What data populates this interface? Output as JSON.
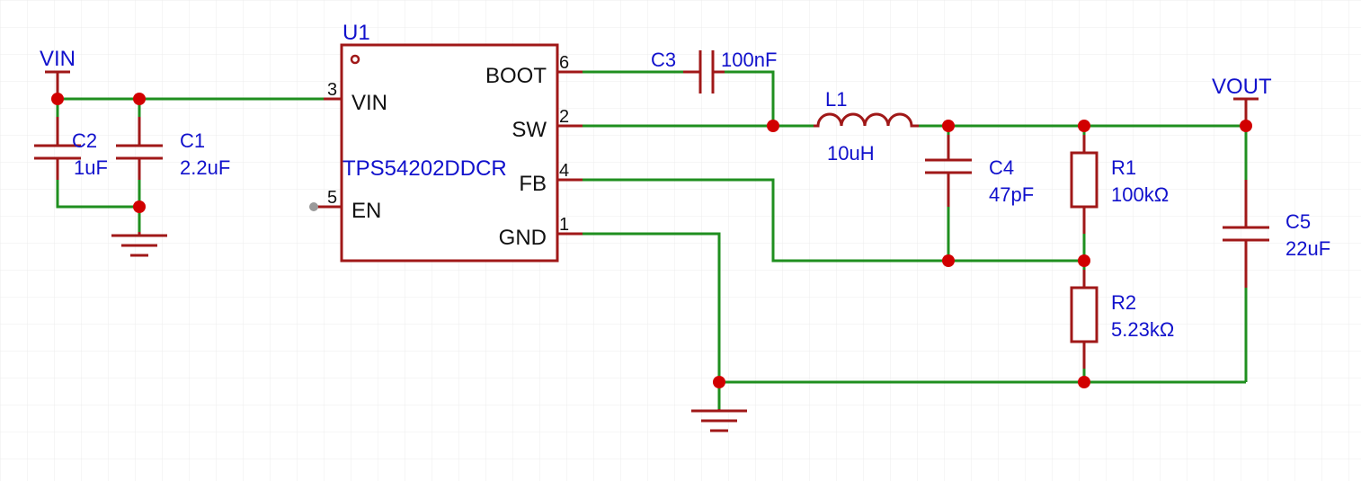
{
  "colors": {
    "wire": "#1f8f1f",
    "component": "#a01818",
    "junction": "#d10000",
    "value_text": "#1111cc",
    "pin_text": "#111111",
    "grid": "#e8e8e8"
  },
  "ic": {
    "designator": "U1",
    "part": "TPS54202DDCR",
    "pins": {
      "p3": {
        "num": "3",
        "name": "VIN"
      },
      "p5": {
        "num": "5",
        "name": "EN"
      },
      "p6": {
        "num": "6",
        "name": "BOOT"
      },
      "p2": {
        "num": "2",
        "name": "SW"
      },
      "p4": {
        "num": "4",
        "name": "FB"
      },
      "p1": {
        "num": "1",
        "name": "GND"
      }
    }
  },
  "nets": {
    "vin": "VIN",
    "vout": "VOUT"
  },
  "components": {
    "c1": {
      "ref": "C1",
      "value": "2.2uF"
    },
    "c2": {
      "ref": "C2",
      "value": "1uF"
    },
    "c3": {
      "ref": "C3",
      "value": "100nF"
    },
    "c4": {
      "ref": "C4",
      "value": "47pF"
    },
    "c5": {
      "ref": "C5",
      "value": "22uF"
    },
    "l1": {
      "ref": "L1",
      "value": "10uH"
    },
    "r1": {
      "ref": "R1",
      "value": "100kΩ"
    },
    "r2": {
      "ref": "R2",
      "value": "5.23kΩ"
    }
  }
}
